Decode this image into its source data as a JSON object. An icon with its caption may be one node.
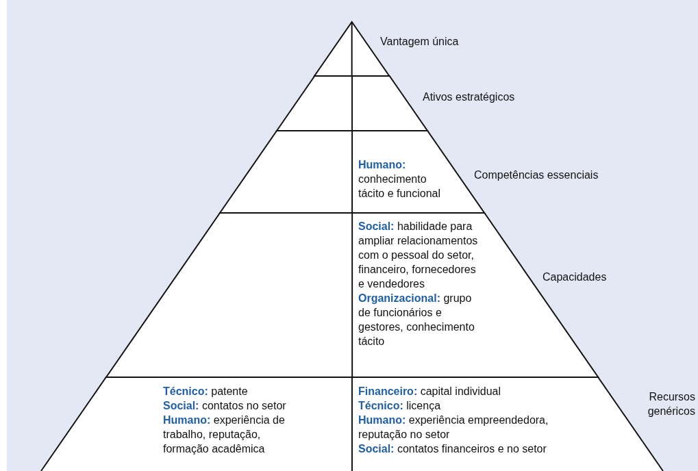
{
  "diagram": {
    "nodes": [
      {
        "text": [],
        "shape": "triangle",
        "beside": [
          "Vantagem única"
        ]
      },
      {
        "text": [],
        "shape": "band",
        "beside": [
          "Ativos estratégicos"
        ]
      },
      {
        "text": [
          "**Humano:** conhecimento tácito e funcional"
        ],
        "beside": [
          "Competências essenciais"
        ]
      },
      {
        "text": [
          "**Social:** habilidade para ampliar relacionamentos com o pessoal do setor, financeiro, fornecedores e vendedores",
          "**Organizacional:** grupo de funcionários e gestores, conhecimento tácito"
        ],
        "beside": [
          "Capacidades"
        ]
      },
      {
        "text": [
          "**Técnico:** patente",
          "**Social:** contatos no setor",
          "**Humano:** experiência de trabalho, reputação, formação acadêmica",
          "**Financeiro:** capital individual",
          "**Técnico:** licença",
          "**Humano:** experiência empreendedora, reputação no setor",
          "**Social:** contatos financeiros e no setor"
        ],
        "beside": [
          "Recursos genéricos"
        ]
      }
    ]
  }
}
